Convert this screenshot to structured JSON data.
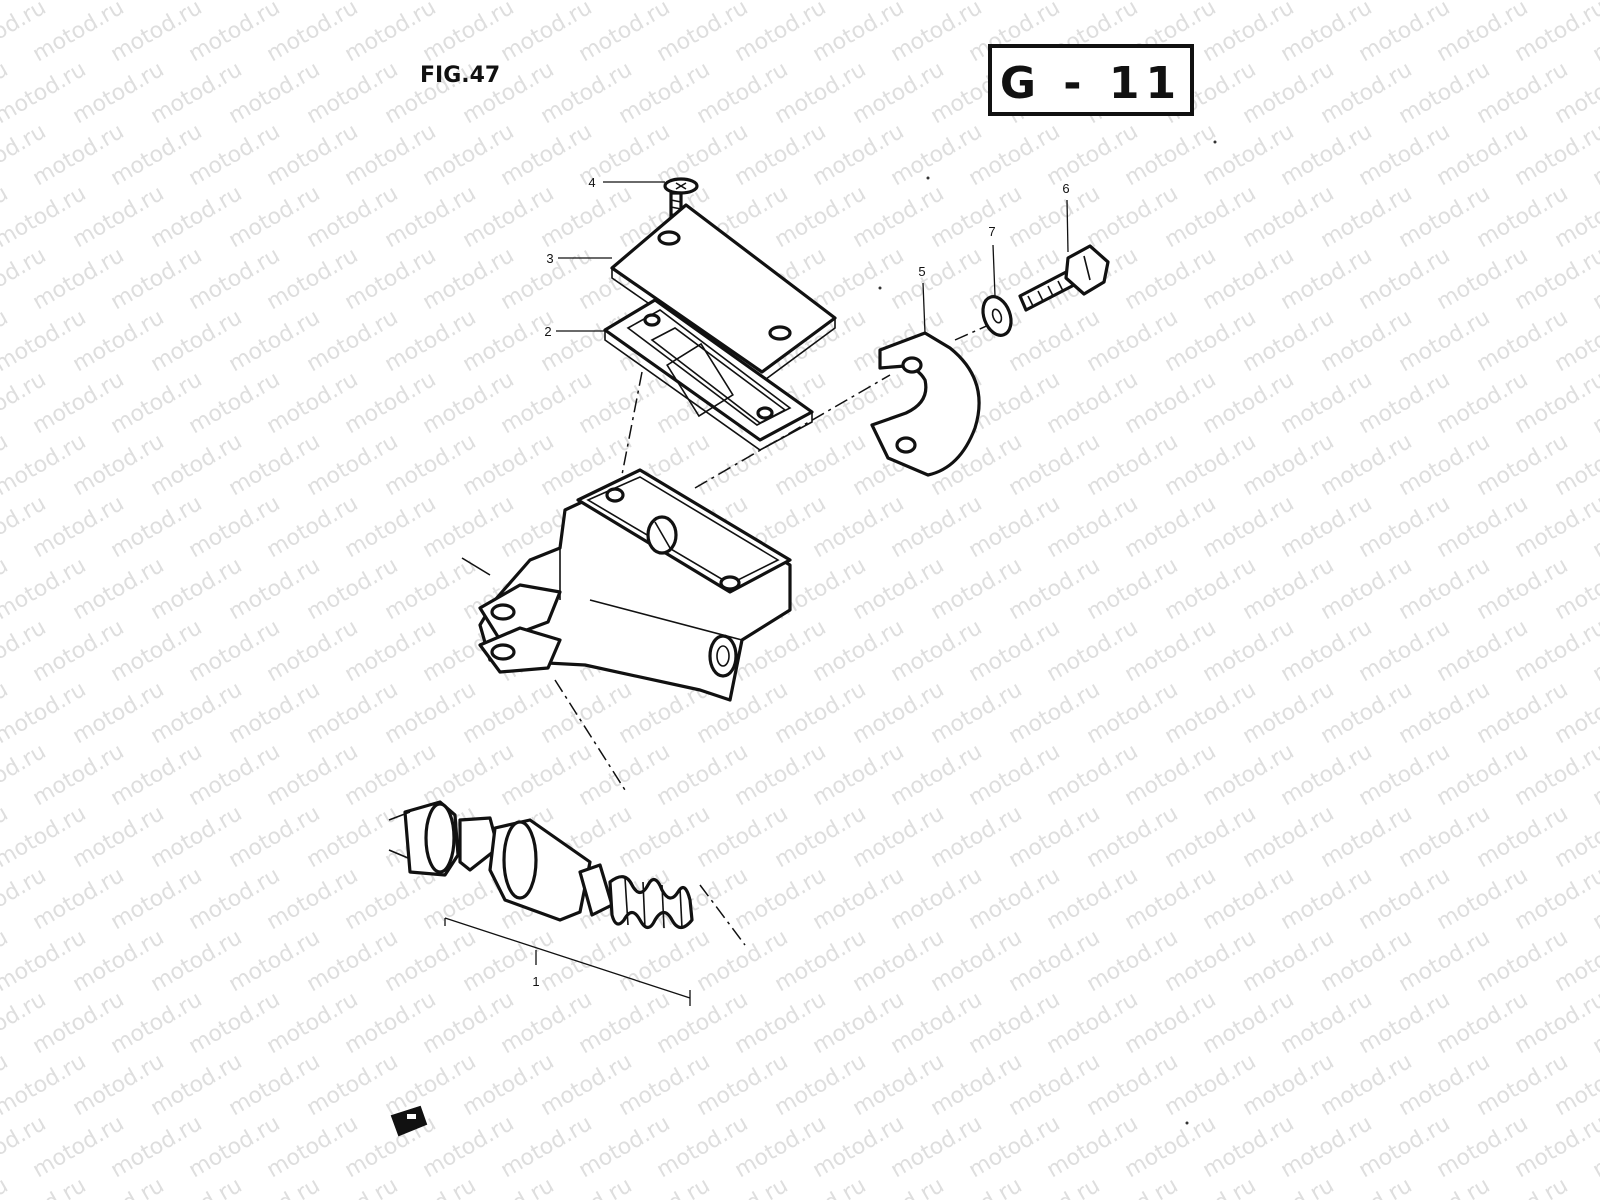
{
  "figure": {
    "label": "FIG.47"
  },
  "section_code": "G - 11",
  "watermark_text": "motod.ru",
  "callouts": {
    "c1": "1",
    "c2": "2",
    "c3": "3",
    "c4": "4",
    "c5": "5",
    "c6": "6",
    "c7": "7"
  },
  "icons": {
    "corner_marker": "pointer-tab-icon"
  }
}
